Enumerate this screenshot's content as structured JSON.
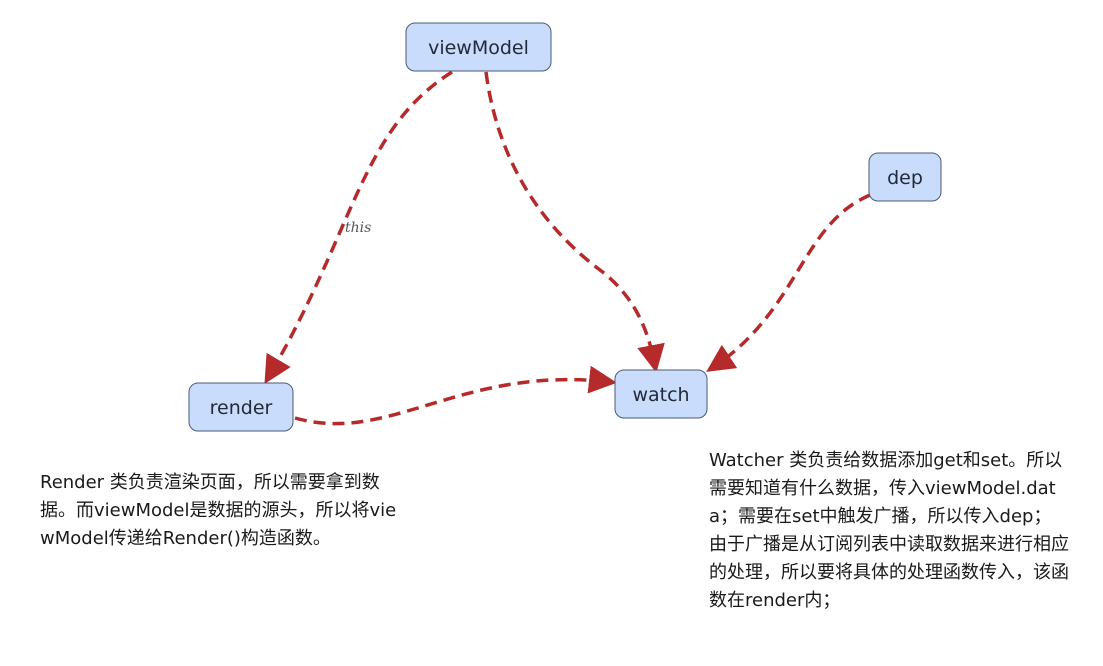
{
  "nodes": {
    "viewModel": "viewModel",
    "render": "render",
    "watch": "watch",
    "dep": "dep"
  },
  "edges": {
    "viewModel_to_render_label": "this"
  },
  "notes": {
    "render_note": "Render 类负责渲染页面，所以需要拿到数据。而viewModel是数据的源头，所以将viewModel传递给Render()构造函数。",
    "watcher_note": "Watcher 类负责给数据添加get和set。所以需要知道有什么数据，传入viewModel.data；需要在set中触发广播，所以传入dep；由于广播是从订阅列表中读取数据来进行相应的处理，所以要将具体的处理函数传入，该函数在render内；"
  },
  "colors": {
    "node_fill": "#c9dcfb",
    "node_stroke": "#4a5a78",
    "edge": "#b52a2a"
  }
}
